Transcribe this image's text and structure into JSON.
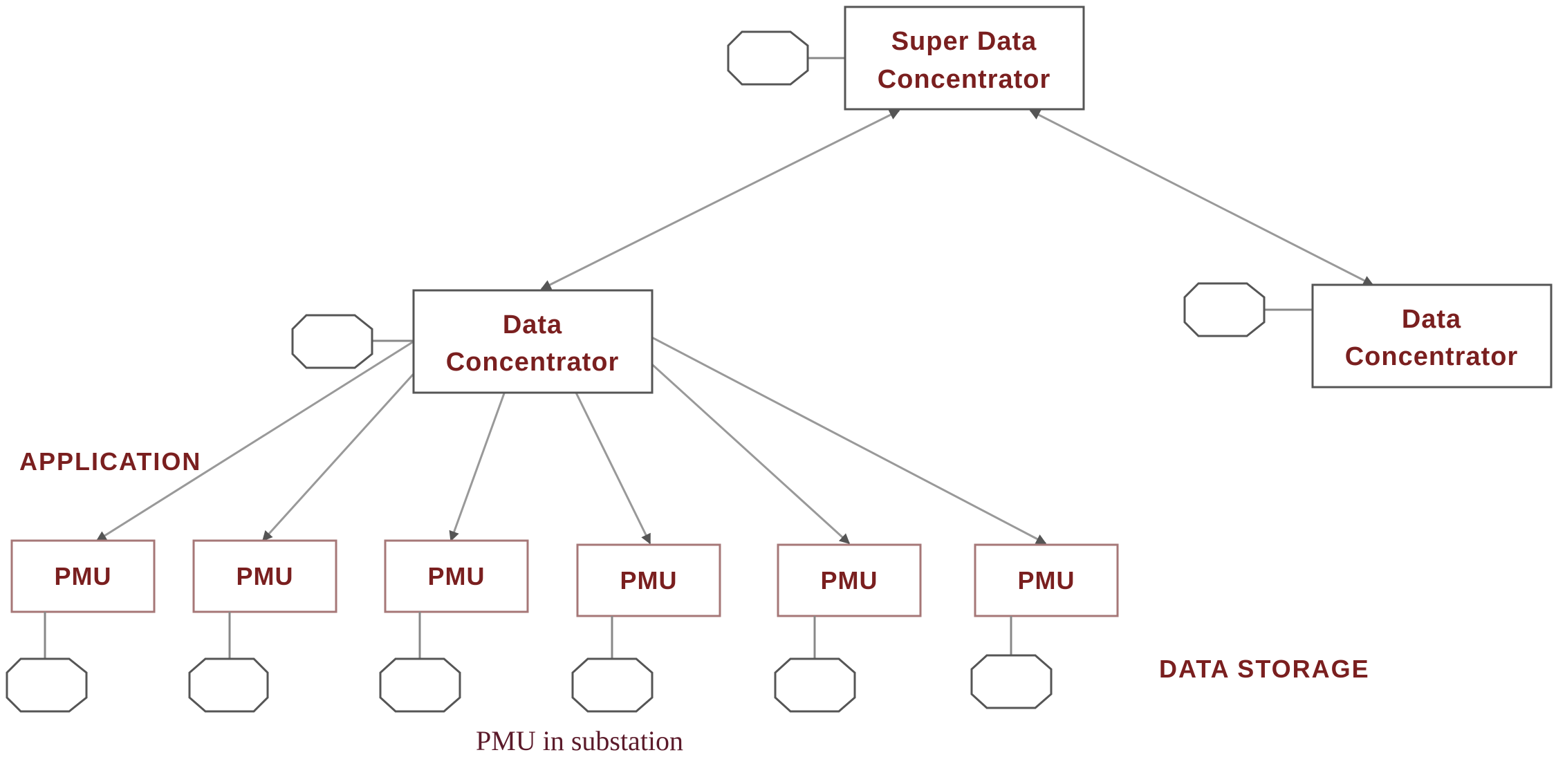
{
  "nodes": {
    "super_concentrator": {
      "line1": "Super Data",
      "line2": "Concentrator"
    },
    "concentrator_left": {
      "line1": "Data",
      "line2": "Concentrator"
    },
    "concentrator_right": {
      "line1": "Data",
      "line2": "Concentrator"
    },
    "pmus": [
      {
        "label": "PMU"
      },
      {
        "label": "PMU"
      },
      {
        "label": "PMU"
      },
      {
        "label": "PMU"
      },
      {
        "label": "PMU"
      },
      {
        "label": "PMU"
      }
    ]
  },
  "labels": {
    "application": "APPLICATION",
    "data_storage": "DATA STORAGE",
    "caption": "PMU in substation"
  }
}
